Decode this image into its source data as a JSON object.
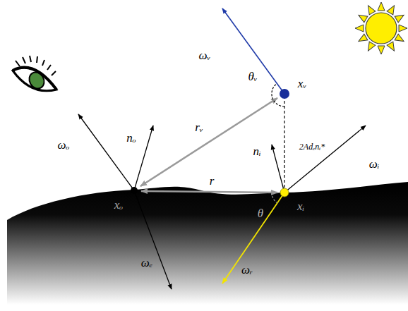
{
  "diagram": {
    "labels": [
      "ωᵥ",
      "θᵥ",
      "xᵥ",
      "2Adₑnᵢ*",
      "ωₒ",
      "nₒ",
      "rᵥ",
      "nᵢ",
      "ωᵢ",
      "r",
      "xₒ",
      "θ",
      "xᵢ",
      "ωₑ",
      "ωᵣ"
    ]
  }
}
